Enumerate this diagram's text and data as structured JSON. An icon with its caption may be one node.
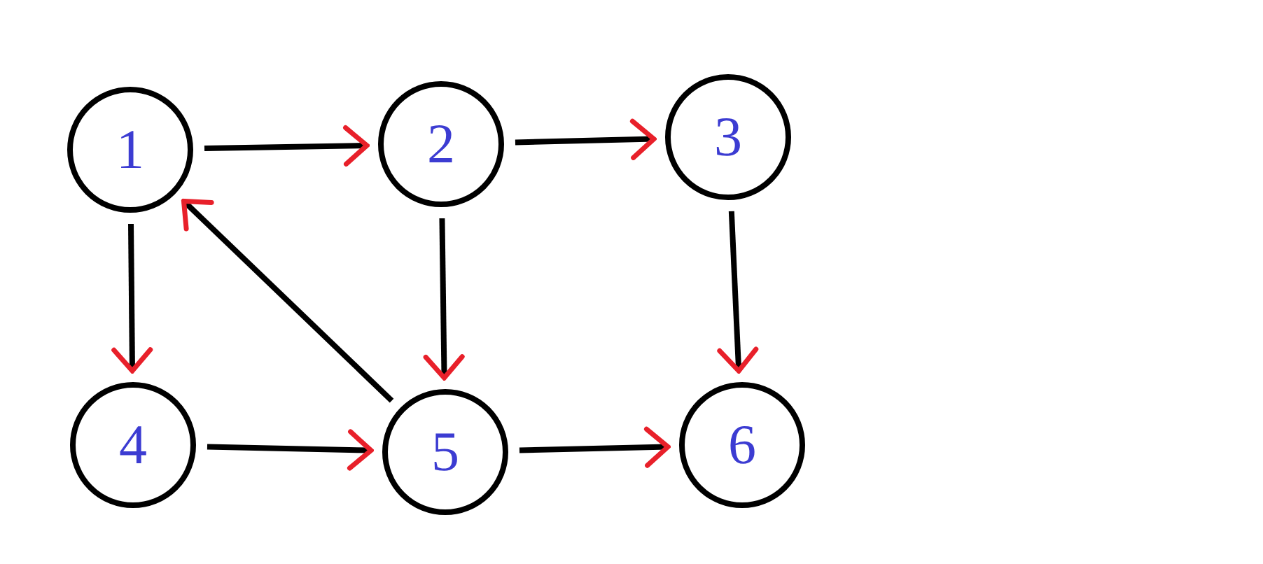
{
  "diagram": {
    "nodes": [
      {
        "text": [
          "1"
        ]
      },
      {
        "text": [
          "2"
        ]
      },
      {
        "text": [
          "3"
        ]
      },
      {
        "text": [
          "4"
        ]
      },
      {
        "text": [
          "5"
        ]
      },
      {
        "text": [
          "6"
        ]
      }
    ],
    "edges": [
      {
        "from": 0,
        "to": 1,
        "arrow": "to"
      },
      {
        "from": 1,
        "to": 2,
        "arrow": "to"
      },
      {
        "from": 0,
        "to": 3,
        "arrow": "to"
      },
      {
        "from": 4,
        "to": 0,
        "arrow": "to"
      },
      {
        "from": 1,
        "to": 4,
        "arrow": "to"
      },
      {
        "from": 2,
        "to": 5,
        "arrow": "to"
      },
      {
        "from": 3,
        "to": 4,
        "arrow": "to"
      },
      {
        "from": 4,
        "to": 5,
        "arrow": "to"
      }
    ]
  }
}
